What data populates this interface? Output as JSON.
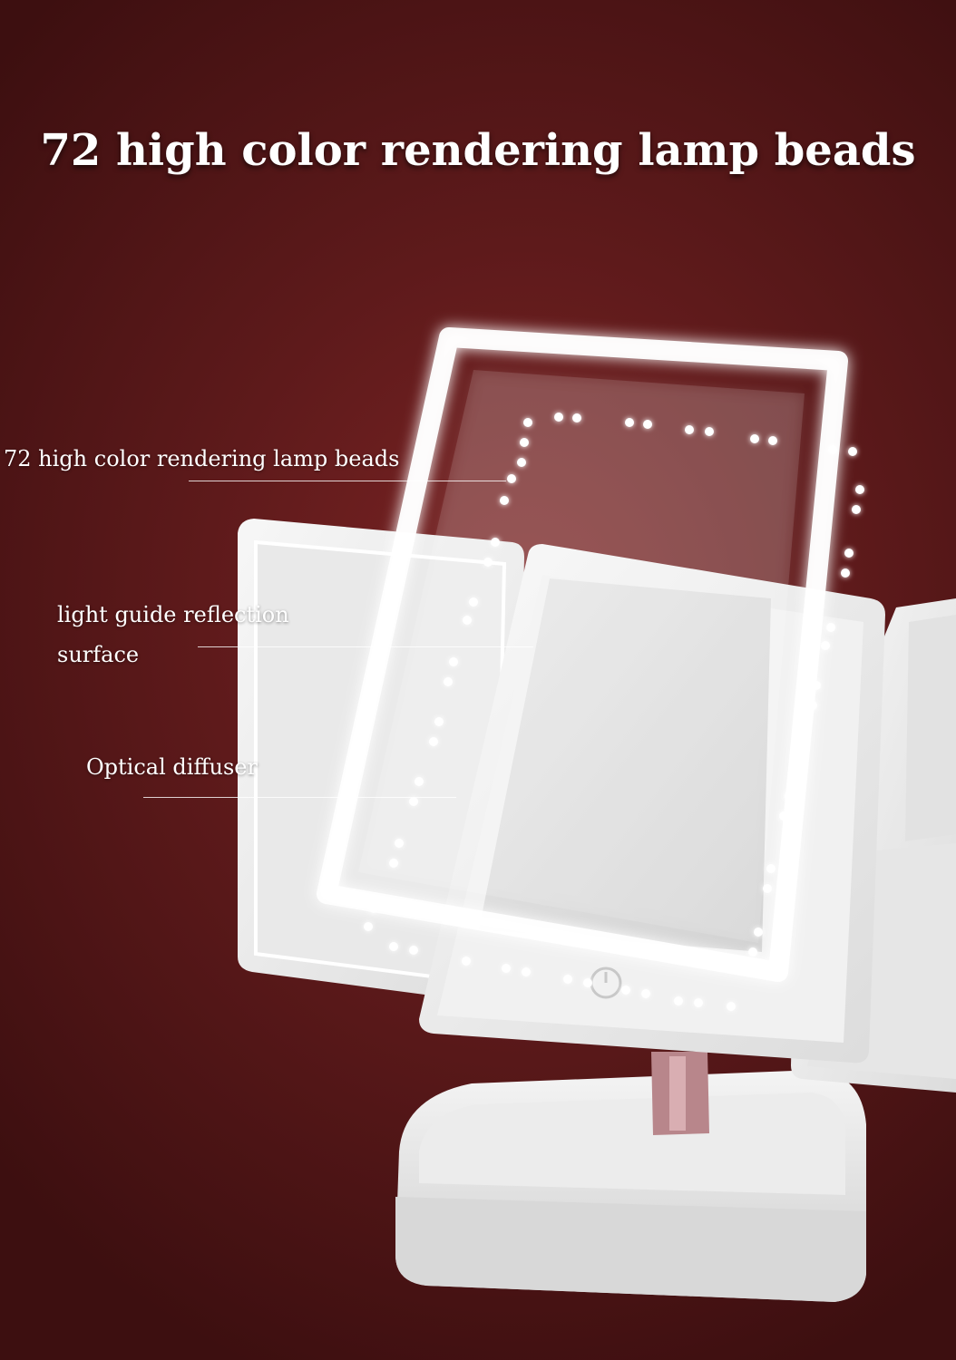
{
  "headline": "72 high color rendering lamp beads",
  "callouts": {
    "lamp_beads": "72 high color rendering lamp beads",
    "light_guide_line1": "light guide reflection",
    "light_guide_line2": "surface",
    "optical_diffuser": "Optical diffuser"
  },
  "colors": {
    "background": "#5e1a1b",
    "mirror_frame": "#f2f2f2",
    "stand_stem": "#b8868b"
  }
}
